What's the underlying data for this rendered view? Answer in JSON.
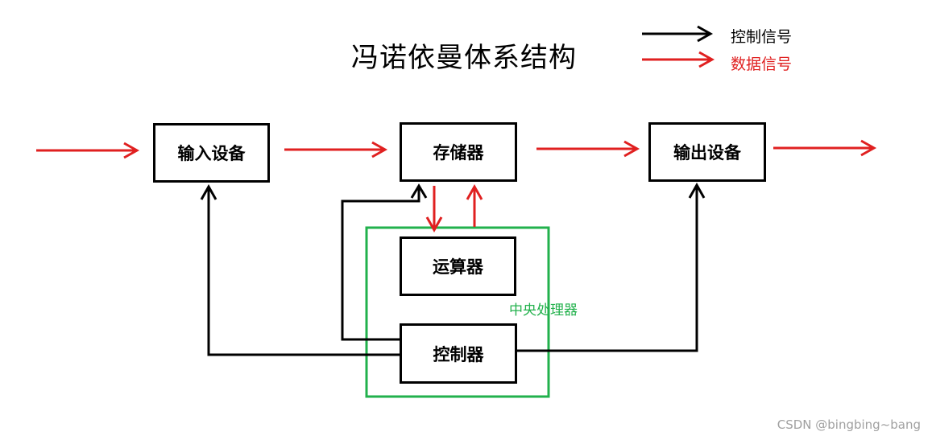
{
  "title": "冯诺依曼体系结构",
  "legend": {
    "control_label": "控制信号",
    "data_label": "数据信号"
  },
  "nodes": {
    "input": "输入设备",
    "memory": "存储器",
    "output": "输出设备",
    "alu": "运算器",
    "controller": "控制器"
  },
  "cpu_label": "中央处理器",
  "watermark": "CSDN @bingbing~bang",
  "colors": {
    "control": "#000000",
    "data": "#e02020",
    "cpu_border": "#22b14c"
  }
}
